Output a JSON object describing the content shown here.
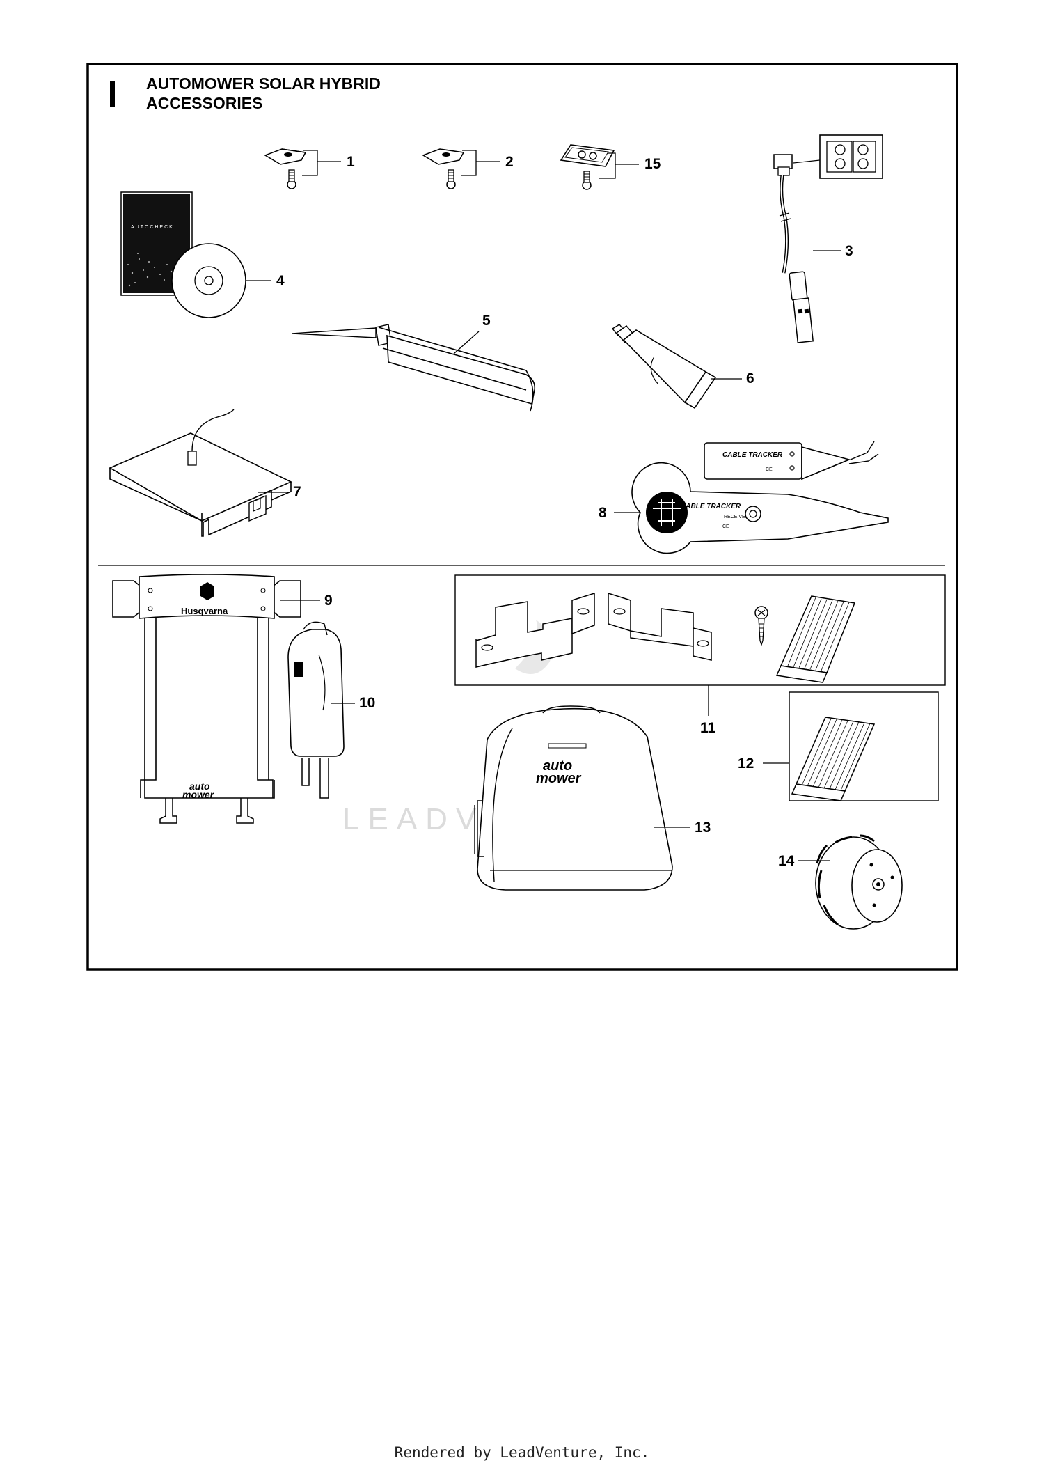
{
  "diagram": {
    "section_letter": "I",
    "title_line1": "AUTOMOWER SOLAR HYBRID",
    "title_line2": "ACCESSORIES",
    "callouts": {
      "c1": "1",
      "c2": "2",
      "c3": "3",
      "c4": "4",
      "c5": "5",
      "c6": "6",
      "c7": "7",
      "c8": "8",
      "c9": "9",
      "c10": "10",
      "c11": "11",
      "c12": "12",
      "c13": "13",
      "c14": "14",
      "c15": "15"
    },
    "product_labels": {
      "booklet": "AUTOCHECK",
      "tracker_transmitter": "CABLE TRACKER",
      "tracker_receiver": "CABLE TRACKER",
      "receiver_sub": "RECEIVER",
      "ce_mark": "CE",
      "brand": "Husqvarna",
      "logo_line1": "auto",
      "logo_line2": "mower"
    },
    "watermark": "LEADVENTURE"
  },
  "footer": "Rendered by LeadVenture, Inc."
}
